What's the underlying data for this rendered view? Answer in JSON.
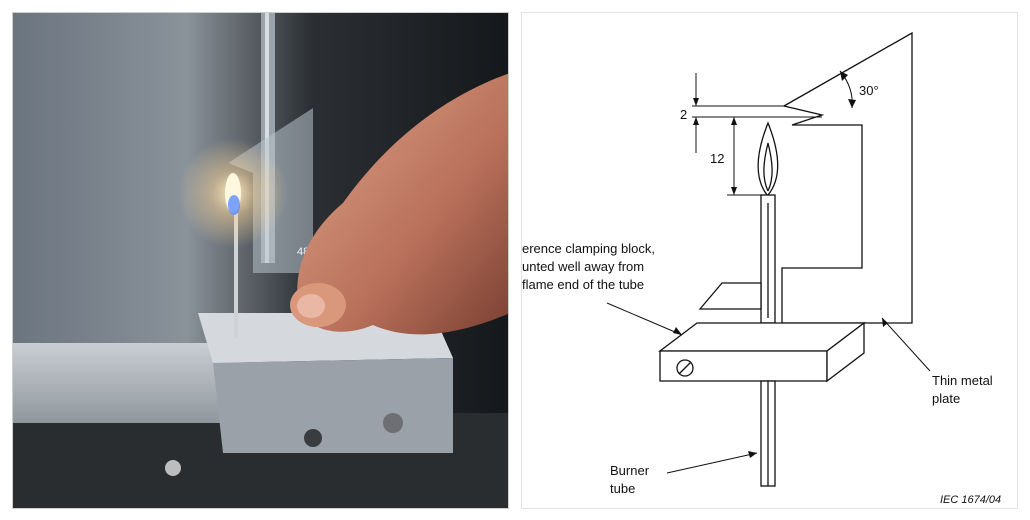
{
  "photo": {
    "ruler_number": "48"
  },
  "diagram": {
    "dim_gap": "2",
    "dim_flame": "12",
    "angle": "30°",
    "label_block_lines": [
      "erence clamping block,",
      "unted well away from",
      "flame end of the tube"
    ],
    "label_plate_lines": [
      "Thin metal",
      "plate"
    ],
    "label_burner_lines": [
      "Burner",
      "tube"
    ],
    "credit": "IEC   1674/04"
  }
}
